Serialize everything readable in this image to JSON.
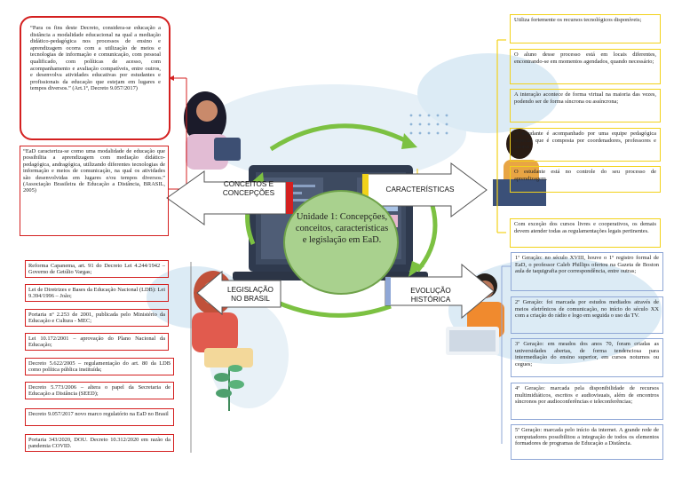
{
  "center": {
    "title": "Unidade 1: Concepções, conceitos, características e legislação em EaD."
  },
  "arrows": {
    "conceitos": "CONCEITOS E CONCEPÇÕES",
    "caracteristicas": "CARACTERÍSTICAS",
    "legislacao": "LEGISLAÇÃO NO BRASIL",
    "evolucao": "EVOLUÇÃO HISTÓRICA"
  },
  "conceitos_boxes": [
    "“Para os fins deste Decreto, considera-se educação a distância a modalidade educacional na qual a mediação didático-pedagógica nos processos de ensino e aprendizagem ocorra com a utilização de meios e tecnologias de informação e comunicação, com pessoal qualificado, com políticas de acesso, com acompanhamento e avaliação compatíveis, entre outros, e desenvolva atividades educativas por estudantes e profissionais da educação que estejam em lugares e tempos diversos.” (Art.1º, Decreto 9.057/2017)",
    "“EaD caracteriza-se como uma modalidade de educação que possibilita a aprendizagem com mediação didático-pedagógica, andragógica, utilizando diferentes tecnologias de informação e meios de comunicação, na qual os atividades são desenvolvidas em lugares e/ou tempos diversos.” (Associação Brasileira de Educação a Distância, BRASIL, 2005)"
  ],
  "caracteristicas_boxes": [
    "Utiliza fortemente os recursos tecnológicos disponíveis;",
    "O aluno desse processo está em locais diferentes, encontrando-se em momentos agendados, quando necessário;",
    "A interação acontece de forma virtual na maioria das vezes, podendo ser de forma síncrona ou assíncrona;",
    "O estudante é acompanhado por uma equipe pedagógica especial que é composta por coordenadores, professores e tutores;",
    "O estudante está no controle do seu processo de aprendizagem.",
    "Com exceção dos cursos livres e cooperativos, os demais devem atender todas as regulamentações legais pertinentes."
  ],
  "legislacao_boxes": [
    "Reforma Capanema, art. 91 do Decreto Lei 4.244/1942 – Governo de Getúlio Vargas;",
    "Lei de Diretrizes e Bases da Educação Nacional (LDB): Lei 9.394/1996 – João;",
    "Portaria nº 2.253 de 2001, publicada pelo Ministério da Educação e Cultura - MEC;",
    "Lei 10.172/2001 – aprovação do Plano Nacional da Educação;",
    "Decreto 5.622/2005 – regulamentação do art. 80 da LDB como política pública instituída;",
    "Decreto 5.773/2006 – altera o papel da Secretaria de Educação a Distância (SEED);",
    "Decreto 9.057/2017 novo marco regulatório na EaD no Brasil",
    "Portaria 343/2020, DOU. Decreto 10.312/2020 em razão da pandemia COVID."
  ],
  "evolucao_boxes": [
    "1ª Geração: no século XVIII, houve o 1º registro formal de EaD, o professor Caleb Phillips ofertou na Gazeta de Boston aula de taquigrafia por correspondência, entre outras;",
    "2ª Geração: foi marcada por estudos mediados através de meios eletrônicos de comunicação, no início do século XX com a criação do rádio e logo em seguida o uso da TV.",
    "3ª Geração: em meados dos anos 70, foram criadas as universidades abertas, de forma tendenciosa para intermediação do ensino superior, em cursos noturnos ou cegues;",
    "4ª Geração: marcada pela disponibilidade de recursos multimidiáticos, escritos e audiovisuais, além de encontros síncronos por audioconferências e teleconferências;",
    "5ª Geração: marcada pelo início da internet. A grande rede de computadores possibilitou a integração de todos os elementos formadores de programas de Educação a Distância."
  ]
}
